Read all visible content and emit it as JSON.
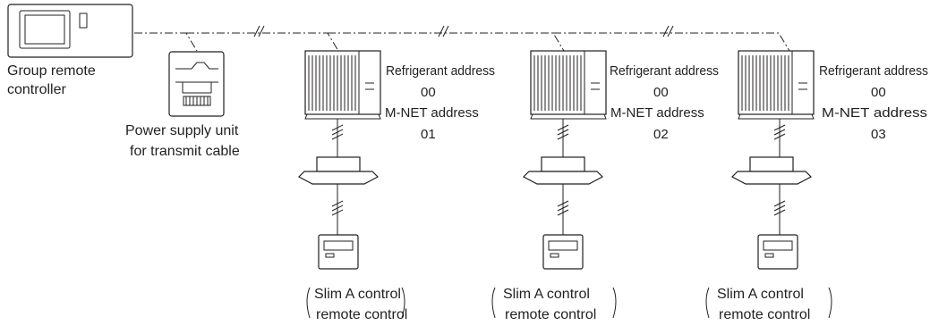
{
  "group_controller": {
    "label_line1": "Group remote",
    "label_line2": "controller"
  },
  "power_supply": {
    "label_line1": "Power supply unit",
    "label_line2": "for transmit cable"
  },
  "units": [
    {
      "refrigerant_label": "Refrigerant address",
      "refrigerant_value": "00",
      "mnet_label": "M-NET address",
      "mnet_value": "01",
      "remote_label_line1": "Slim A control",
      "remote_label_line2": "remote control"
    },
    {
      "refrigerant_label": "Refrigerant address",
      "refrigerant_value": "00",
      "mnet_label": "M-NET address",
      "mnet_value": "02",
      "remote_label_line1": "Slim A control",
      "remote_label_line2": "remote control"
    },
    {
      "refrigerant_label": "Refrigerant address",
      "refrigerant_value": "00",
      "mnet_label": "M-NET address",
      "mnet_value": "03",
      "remote_label_line1": "Slim A control",
      "remote_label_line2": "remote control"
    }
  ]
}
